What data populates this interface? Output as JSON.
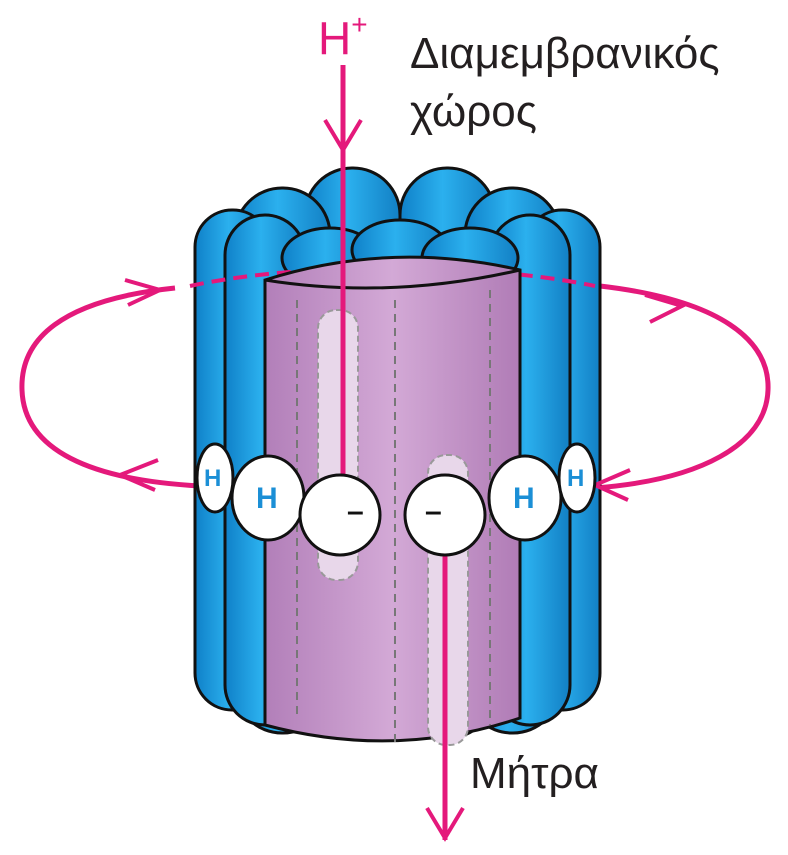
{
  "labels": {
    "intermembrane_line1": "Διαμεμβρανικός",
    "intermembrane_line2": "χώρος",
    "matrix": "Μήτρα",
    "proton_base": "H",
    "proton_charge": "+",
    "hydrogen_symbol": "H",
    "negative_charge": "–"
  },
  "colors": {
    "subunit_blue": "#1fa3e3",
    "subunit_outline": "#111111",
    "core_purple": "#c49ac9",
    "arrow_magenta": "#e4197b",
    "text_dark": "#231f20"
  },
  "icons": [
    "rotation-arrow-icon",
    "proton-down-arrow-icon"
  ]
}
